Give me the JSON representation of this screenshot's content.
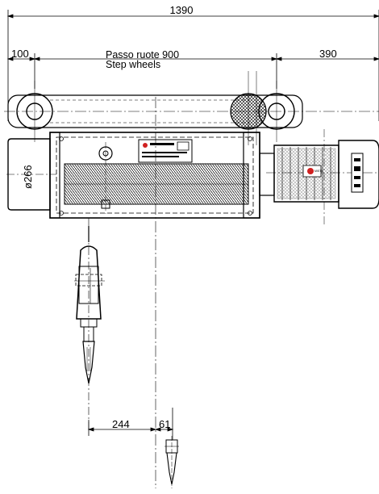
{
  "dimensions": {
    "overall": "1390",
    "left_offset": "100",
    "wheel_step": "Passo ruote 900",
    "wheel_step_en": "Step wheels",
    "right_offset": "390",
    "drum_diameter": "ø266",
    "hook_offset": "244",
    "hook_small_offset": "61"
  },
  "brand": {
    "nameplate_text": "MISTA",
    "accent_color": "#d02020"
  }
}
